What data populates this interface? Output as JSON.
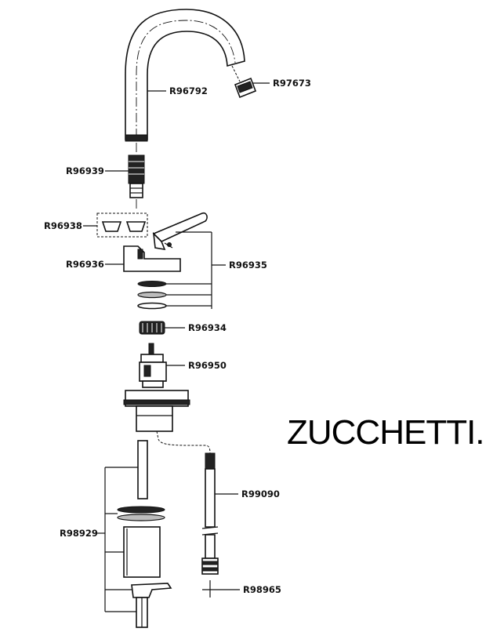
{
  "brand": "ZUCCHETTI.",
  "parts": {
    "spout": "R96792",
    "aerator": "R97673",
    "spout_adapter": "R96939",
    "ring_set": "R96938",
    "body_cap": "R96936",
    "handle_kit": "R96935",
    "cartridge_nut": "R96934",
    "cartridge": "R96950",
    "flex_hose": "R99090",
    "hose_connector": "R98965",
    "fixing_kit": "R98929"
  }
}
